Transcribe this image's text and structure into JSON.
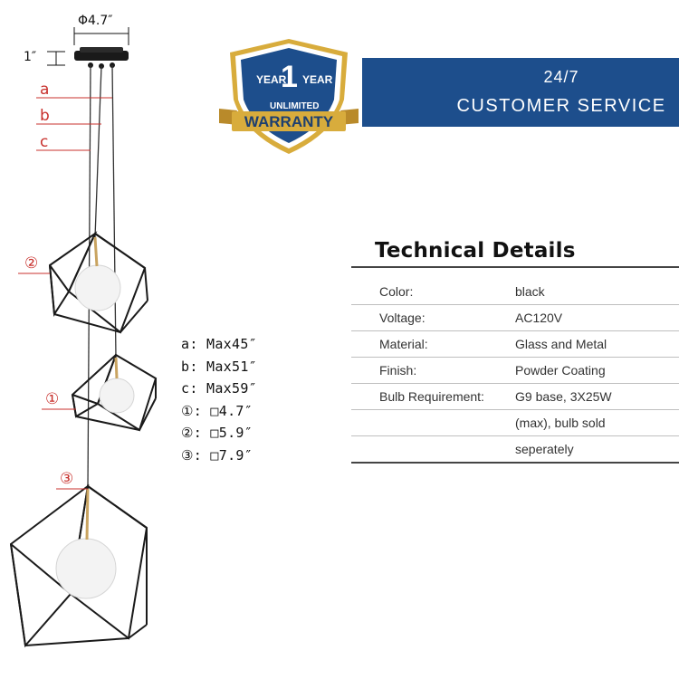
{
  "diagram": {
    "canopy_diameter": "Φ4.7″",
    "canopy_height": "1″",
    "chain_labels": [
      "a",
      "b",
      "c"
    ],
    "pendant_labels": [
      "②",
      "①",
      "③"
    ],
    "colors": {
      "accent_red": "#c8302c",
      "frame": "#1a1a1a"
    }
  },
  "legend": {
    "rows": [
      "a: Max45″",
      "b: Max51″",
      "c: Max59″",
      "①: □4.7″",
      "②: □5.9″",
      "③: □7.9″"
    ]
  },
  "warranty": {
    "year_left": "YEAR",
    "year_number": "1",
    "year_right": "YEAR",
    "unlimited": "UNLIMITED",
    "warranty": "WARRANTY",
    "banner_line1": "24/7",
    "banner_line2": "CUSTOMER SERVICE",
    "colors": {
      "banner_blue": "#1d4e8c",
      "gold": "#d8ac3c"
    }
  },
  "tech": {
    "title": "Technical Details",
    "rows": [
      {
        "label": "Color:",
        "value": "black"
      },
      {
        "label": "Voltage:",
        "value": "AC120V"
      },
      {
        "label": "Material:",
        "value": "Glass and Metal"
      },
      {
        "label": "Finish:",
        "value": "Powder Coating"
      },
      {
        "label": "Bulb Requirement:",
        "value": "G9 base, 3X25W"
      },
      {
        "label": "",
        "value": "(max), bulb sold"
      },
      {
        "label": "",
        "value": "seperately"
      }
    ]
  }
}
